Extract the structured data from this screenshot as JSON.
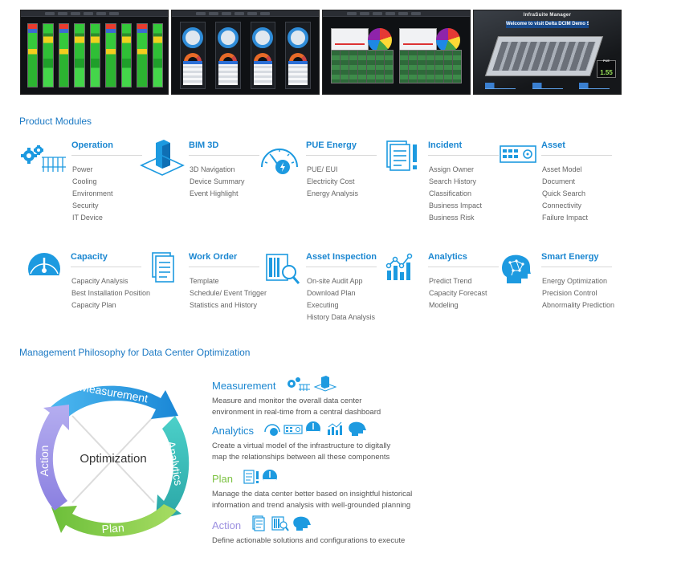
{
  "screenshots": {
    "pue_label": "PUE",
    "pue_value": "1.55",
    "manager_title": "InfraSuite Manager",
    "welcome_banner": "Welcome to visit Delta DCIM Demo Site"
  },
  "modules_heading": "Product Modules",
  "modules": [
    {
      "title": "Operation",
      "icon": "operation-gears-icon",
      "items": [
        "Power",
        "Cooling",
        "Environment",
        "Security",
        "IT Device"
      ]
    },
    {
      "title": "BIM 3D",
      "icon": "bim-3d-cube-icon",
      "items": [
        "3D Navigation",
        "Device Summary",
        "Event Highlight"
      ]
    },
    {
      "title": "PUE Energy",
      "icon": "pue-gauge-icon",
      "items": [
        "PUE/ EUI",
        "Electricity Cost",
        "Energy Analysis"
      ]
    },
    {
      "title": "Incident",
      "icon": "incident-document-icon",
      "items": [
        "Assign Owner",
        "Search History",
        "Classification",
        "Business Impact",
        "Business Risk"
      ]
    },
    {
      "title": "Asset",
      "icon": "asset-server-icon",
      "items": [
        "Asset Model",
        "Document",
        "Quick Search",
        "Connectivity",
        "Failure Impact"
      ]
    },
    {
      "title": "Capacity",
      "icon": "capacity-gauge-icon",
      "items": [
        "Capacity Analysis",
        "Best Installation Position",
        "Capacity Plan"
      ]
    },
    {
      "title": "Work Order",
      "icon": "work-order-icon",
      "items": [
        "Template",
        "Schedule/ Event Trigger",
        "Statistics and History"
      ]
    },
    {
      "title": "Asset Inspection",
      "icon": "asset-inspection-icon",
      "items": [
        "On-site Audit App",
        "Download Plan",
        "Executing",
        "History Data Analysis"
      ]
    },
    {
      "title": "Analytics",
      "icon": "analytics-chart-icon",
      "items": [
        "Predict Trend",
        "Capacity Forecast",
        "Modeling"
      ]
    },
    {
      "title": "Smart Energy",
      "icon": "smart-energy-head-icon",
      "items": [
        "Energy Optimization",
        "Precision Control",
        "Abnormality Prediction"
      ]
    }
  ],
  "philosophy_heading": "Management Philosophy for Data Center Optimization",
  "cycle": {
    "center": "Optimization",
    "arcs": [
      "Measurement",
      "Analytics",
      "Plan",
      "Action"
    ]
  },
  "philosophy": [
    {
      "title": "Measurement",
      "color": "#1b87d1",
      "lines": [
        "Measure and monitor the overall data center",
        "environment in real-time from a central dashboard"
      ]
    },
    {
      "title": "Analytics",
      "color": "#1b87d1",
      "lines": [
        "Create a virtual model of the infrastructure to digitally",
        "map the relationships between all these components"
      ]
    },
    {
      "title": "Plan",
      "color": "#7cc242",
      "lines": [
        "Manage the data center better based on insightful historical",
        "information and trend analysis with well-grounded planning"
      ]
    },
    {
      "title": "Action",
      "color": "#9b8fe0",
      "lines": [
        "Define actionable solutions and configurations to execute"
      ]
    }
  ],
  "colors": {
    "accent": "#1b87d1",
    "plan": "#7cc242",
    "action": "#9b8fe0",
    "analytics_arc": "#3cc0c0"
  }
}
